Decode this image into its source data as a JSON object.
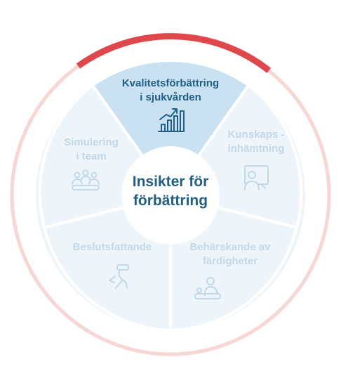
{
  "center": {
    "line1": "Insikter för",
    "line2": "förbättring"
  },
  "segments": [
    {
      "id": "kvalitet",
      "line1": "Kvalitetsförbättring",
      "line2": "i sjukvården",
      "icon": "chart-growth-icon",
      "active": true
    },
    {
      "id": "kunskap",
      "line1": "Kunskaps -",
      "line2": "inhämtning",
      "icon": "person-screen-icon",
      "active": false
    },
    {
      "id": "beharskande",
      "line1": "Behärskande av",
      "line2": "färdigheter",
      "icon": "patient-care-icon",
      "active": false
    },
    {
      "id": "beslut",
      "line1": "Beslutsfattande",
      "line2": "",
      "icon": "vr-headset-person-icon",
      "active": false
    },
    {
      "id": "simulering",
      "line1": "Simulering",
      "line2": "i team",
      "icon": "team-icon",
      "active": false
    }
  ],
  "colors": {
    "active_fill": "#c9e1f1",
    "inactive_fill": "#edf5fa",
    "active_text": "#1f5f86",
    "inactive_text": "#c3d8e6",
    "center_text": "#1f5f86",
    "ring_light": "#f7d6d4",
    "ring_accent": "#e0474c"
  }
}
